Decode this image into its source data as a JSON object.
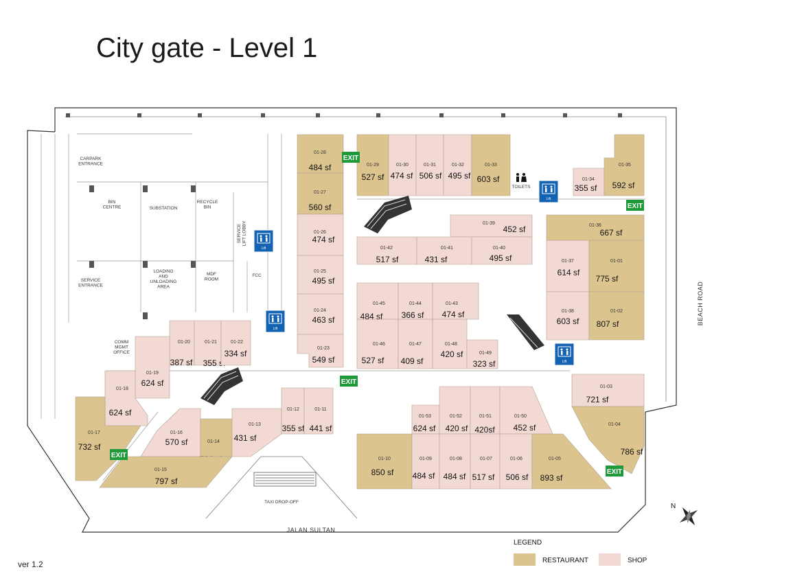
{
  "title": "City gate - Level 1",
  "version": "ver 1.2",
  "colors": {
    "restaurant": "#dcc48f",
    "shop": "#f3d9d3",
    "exit": "#1e9a3a",
    "lift": "#1463b3"
  },
  "streets": {
    "south": "JALAN SULTAN",
    "east": "BEACH ROAD"
  },
  "compass": "N",
  "legend": {
    "title": "LEGEND",
    "restaurant": "RESTAURANT",
    "shop": "SHOP"
  },
  "exit_label": "EXIT",
  "lift_label": "Lift",
  "toilets_label": "TOILETS",
  "labels": [
    {
      "id": "carpark",
      "lines": [
        "CARPARK",
        "ENTRANCE"
      ]
    },
    {
      "id": "bin",
      "lines": [
        "BIN",
        "CENTRE"
      ]
    },
    {
      "id": "substation",
      "lines": [
        "SUBSTATION"
      ]
    },
    {
      "id": "recycle",
      "lines": [
        "RECYCLE",
        "BIN"
      ]
    },
    {
      "id": "loading",
      "lines": [
        "LOADING",
        "AND",
        "UNLOADING",
        "AREA"
      ]
    },
    {
      "id": "mdf",
      "lines": [
        "MDF",
        "ROOM"
      ]
    },
    {
      "id": "service-entrance",
      "lines": [
        "SERVICE",
        "ENTRANCE"
      ]
    },
    {
      "id": "fcc",
      "lines": [
        "FCC"
      ]
    },
    {
      "id": "comm",
      "lines": [
        "COMM",
        "MGMT",
        "OFFICE"
      ]
    },
    {
      "id": "taxi",
      "lines": [
        "TAXI DROP-OFF"
      ]
    },
    {
      "id": "service-lift",
      "lines": [
        "SERVICE",
        "LIFT LOBBY"
      ]
    }
  ],
  "units": [
    {
      "code": "01-28",
      "size": "484 sf",
      "type": "restaurant"
    },
    {
      "code": "01-27",
      "size": "560 sf",
      "type": "restaurant"
    },
    {
      "code": "01-26",
      "size": "474 sf",
      "type": "shop"
    },
    {
      "code": "01-25",
      "size": "495 sf",
      "type": "shop"
    },
    {
      "code": "01-24",
      "size": "463 sf",
      "type": "shop"
    },
    {
      "code": "01-23",
      "size": "549 sf",
      "type": "shop"
    },
    {
      "code": "01-29",
      "size": "527 sf",
      "type": "restaurant"
    },
    {
      "code": "01-30",
      "size": "474 sf",
      "type": "shop"
    },
    {
      "code": "01-31",
      "size": "506 sf",
      "type": "shop"
    },
    {
      "code": "01-32",
      "size": "495 sf",
      "type": "shop"
    },
    {
      "code": "01-33",
      "size": "603 sf",
      "type": "restaurant"
    },
    {
      "code": "01-34",
      "size": "355 sf",
      "type": "shop"
    },
    {
      "code": "01-35",
      "size": "592 sf",
      "type": "restaurant"
    },
    {
      "code": "01-39",
      "size": "452 sf",
      "type": "shop"
    },
    {
      "code": "01-42",
      "size": "517 sf",
      "type": "shop"
    },
    {
      "code": "01-41",
      "size": "431 sf",
      "type": "shop"
    },
    {
      "code": "01-40",
      "size": "495 sf",
      "type": "shop"
    },
    {
      "code": "01-36",
      "size": "667 sf",
      "type": "restaurant"
    },
    {
      "code": "01-37",
      "size": "614 sf",
      "type": "shop"
    },
    {
      "code": "01-01",
      "size": "775 sf",
      "type": "restaurant"
    },
    {
      "code": "01-38",
      "size": "603 sf",
      "type": "shop"
    },
    {
      "code": "01-02",
      "size": "807 sf",
      "type": "restaurant"
    },
    {
      "code": "01-45",
      "size": "484 sf",
      "type": "shop"
    },
    {
      "code": "01-44",
      "size": "366 sf",
      "type": "shop"
    },
    {
      "code": "01-43",
      "size": "474 sf",
      "type": "shop"
    },
    {
      "code": "01-46",
      "size": "527 sf",
      "type": "shop"
    },
    {
      "code": "01-47",
      "size": "409 sf",
      "type": "shop"
    },
    {
      "code": "01-48",
      "size": "420 sf",
      "type": "shop"
    },
    {
      "code": "01-49",
      "size": "323 sf",
      "type": "shop"
    },
    {
      "code": "01-20",
      "size": "387 sf",
      "type": "shop"
    },
    {
      "code": "01-21",
      "size": "355 sf",
      "type": "shop"
    },
    {
      "code": "01-22",
      "size": "334 sf",
      "type": "shop"
    },
    {
      "code": "01-19",
      "size": "624 sf",
      "type": "shop"
    },
    {
      "code": "01-18",
      "size": "624 sf",
      "type": "shop"
    },
    {
      "code": "01-17",
      "size": "732 sf",
      "type": "restaurant"
    },
    {
      "code": "01-16",
      "size": "570 sf",
      "type": "shop"
    },
    {
      "code": "01-14",
      "size": "538 sf",
      "type": "restaurant"
    },
    {
      "code": "01-15",
      "size": "797 sf",
      "type": "restaurant"
    },
    {
      "code": "01-13",
      "size": "431 sf",
      "type": "shop"
    },
    {
      "code": "01-12",
      "size": "355 sf",
      "type": "shop"
    },
    {
      "code": "01-11",
      "size": "441 sf",
      "type": "shop"
    },
    {
      "code": "01-53",
      "size": "624 sf",
      "type": "shop"
    },
    {
      "code": "01-52",
      "size": "420 sf",
      "type": "shop"
    },
    {
      "code": "01-51",
      "size": "420sf",
      "type": "shop"
    },
    {
      "code": "01-50",
      "size": "452 sf",
      "type": "shop"
    },
    {
      "code": "01-10",
      "size": "850 sf",
      "type": "restaurant"
    },
    {
      "code": "01-09",
      "size": "484 sf",
      "type": "shop"
    },
    {
      "code": "01-08",
      "size": "484 sf",
      "type": "shop"
    },
    {
      "code": "01-07",
      "size": "517 sf",
      "type": "shop"
    },
    {
      "code": "01-06",
      "size": "506 sf",
      "type": "shop"
    },
    {
      "code": "01-05",
      "size": "893 sf",
      "type": "restaurant"
    },
    {
      "code": "01-03",
      "size": "721 sf",
      "type": "shop"
    },
    {
      "code": "01-04",
      "size": "786 sf",
      "type": "restaurant"
    }
  ]
}
